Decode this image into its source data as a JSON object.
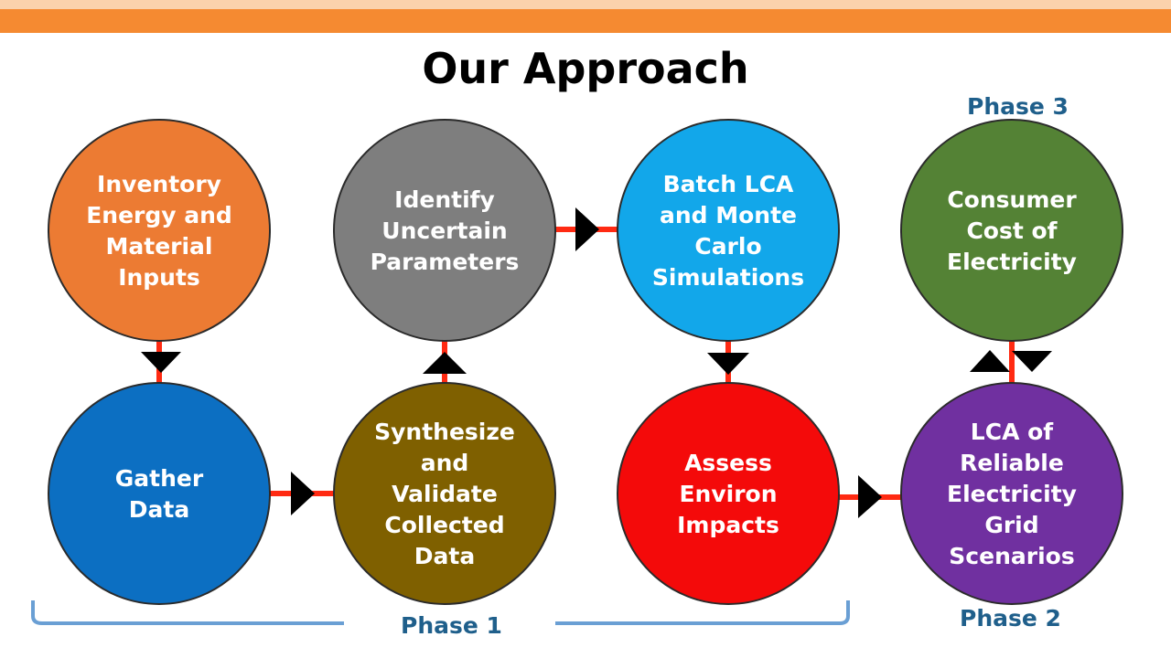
{
  "title": "Our Approach",
  "phases": {
    "phase1": "Phase 1",
    "phase2": "Phase 2",
    "phase3": "Phase 3"
  },
  "nodes": [
    {
      "id": "inventory",
      "lines": [
        "Inventory",
        "Energy and",
        "Material",
        "Inputs"
      ],
      "color": "#ec7b33"
    },
    {
      "id": "identify",
      "lines": [
        "Identify",
        "Uncertain",
        "Parameters"
      ],
      "color": "#7e7e7e"
    },
    {
      "id": "batch",
      "lines": [
        "Batch LCA",
        "and Monte",
        "Carlo",
        "Simulations"
      ],
      "color": "#12a7ea"
    },
    {
      "id": "consumer",
      "lines": [
        "Consumer",
        "Cost of",
        "Electricity"
      ],
      "color": "#548235"
    },
    {
      "id": "gather",
      "lines": [
        "Gather",
        "Data"
      ],
      "color": "#0c6fc2"
    },
    {
      "id": "synthesize",
      "lines": [
        "Synthesize",
        "and",
        "Validate",
        "Collected",
        "Data"
      ],
      "color": "#7f6000"
    },
    {
      "id": "assess",
      "lines": [
        "Assess",
        "Environ",
        "Impacts"
      ],
      "color": "#f40a0a"
    },
    {
      "id": "lca",
      "lines": [
        "LCA of",
        "Reliable",
        "Electricity",
        "Grid",
        "Scenarios"
      ],
      "color": "#7030a0"
    }
  ],
  "colors": {
    "connector": "#ff2a12",
    "arrow": "#000000",
    "bracket": "#6a9fd4"
  }
}
